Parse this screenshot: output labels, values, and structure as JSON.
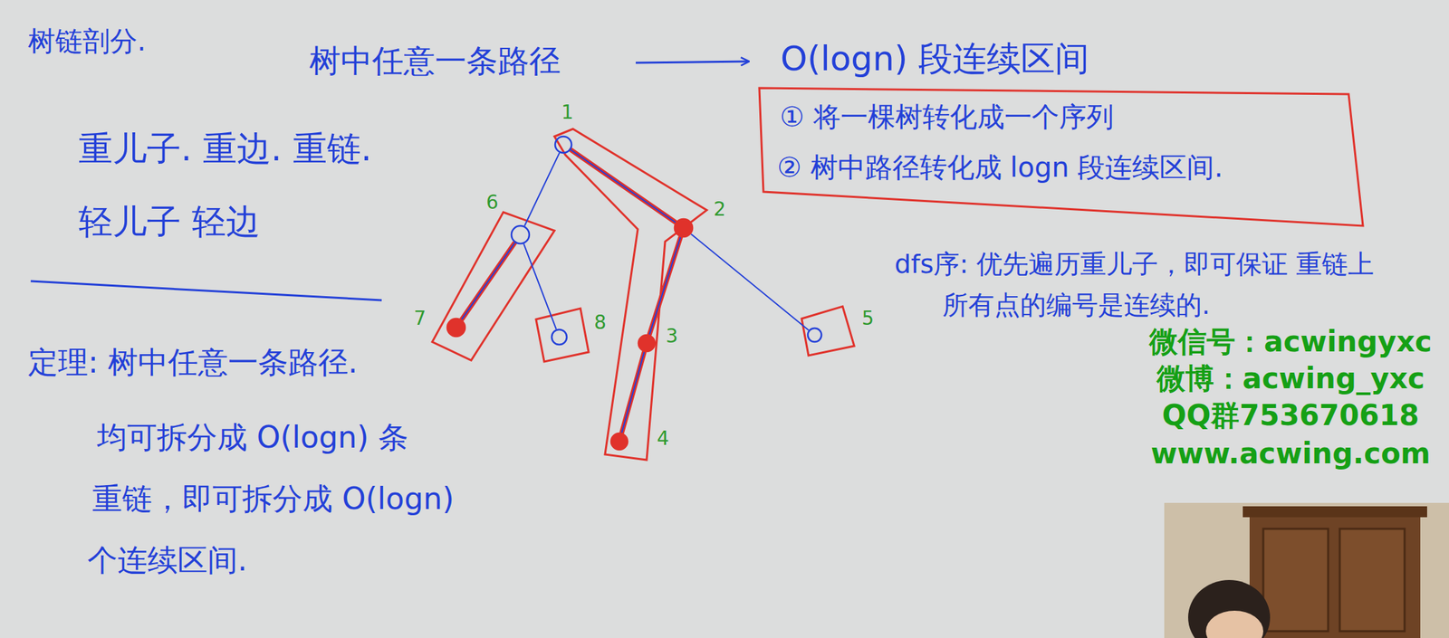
{
  "diagram": {
    "nodes": [
      {
        "text": [
          "① 将一棵树转化成一个序列",
          "② 树中路径转化成 logn 段连续区间."
        ]
      },
      {
        "text": [
          "1"
        ]
      },
      {
        "text": [
          "2"
        ]
      },
      {
        "text": [
          "3"
        ]
      },
      {
        "text": [
          "4"
        ]
      },
      {
        "text": [
          "5"
        ]
      },
      {
        "text": [
          "6"
        ]
      },
      {
        "text": [
          "7"
        ]
      },
      {
        "text": [
          "8"
        ]
      }
    ],
    "edges": [
      {
        "from": 1,
        "to": 2,
        "arrow": "none"
      },
      {
        "from": 1,
        "to": 6,
        "arrow": "none"
      },
      {
        "from": 2,
        "to": 3,
        "arrow": "none"
      },
      {
        "from": 3,
        "to": 4,
        "arrow": "none"
      },
      {
        "from": 2,
        "to": 5,
        "arrow": "none"
      },
      {
        "from": 6,
        "to": 7,
        "arrow": "none"
      },
      {
        "from": 6,
        "to": 8,
        "arrow": "none"
      }
    ],
    "labels": [
      "树链剖分.",
      "树中任意一条路径",
      "O(logn) 段连续区间",
      "重儿子. 重边. 重链.",
      "轻儿子  轻边",
      "定理: 树中任意一条路径.",
      "均可拆分成 O(logn) 条",
      "重链，即可拆分成 O(logn)",
      "个连续区间.",
      "dfs序: 优先遍历重儿子，即可保证 重链上",
      "所有点的编号是连续的.",
      "微信号：acwingyxc",
      "微博：acwing_yxc",
      "QQ群753670618",
      "www.acwing.com"
    ]
  }
}
